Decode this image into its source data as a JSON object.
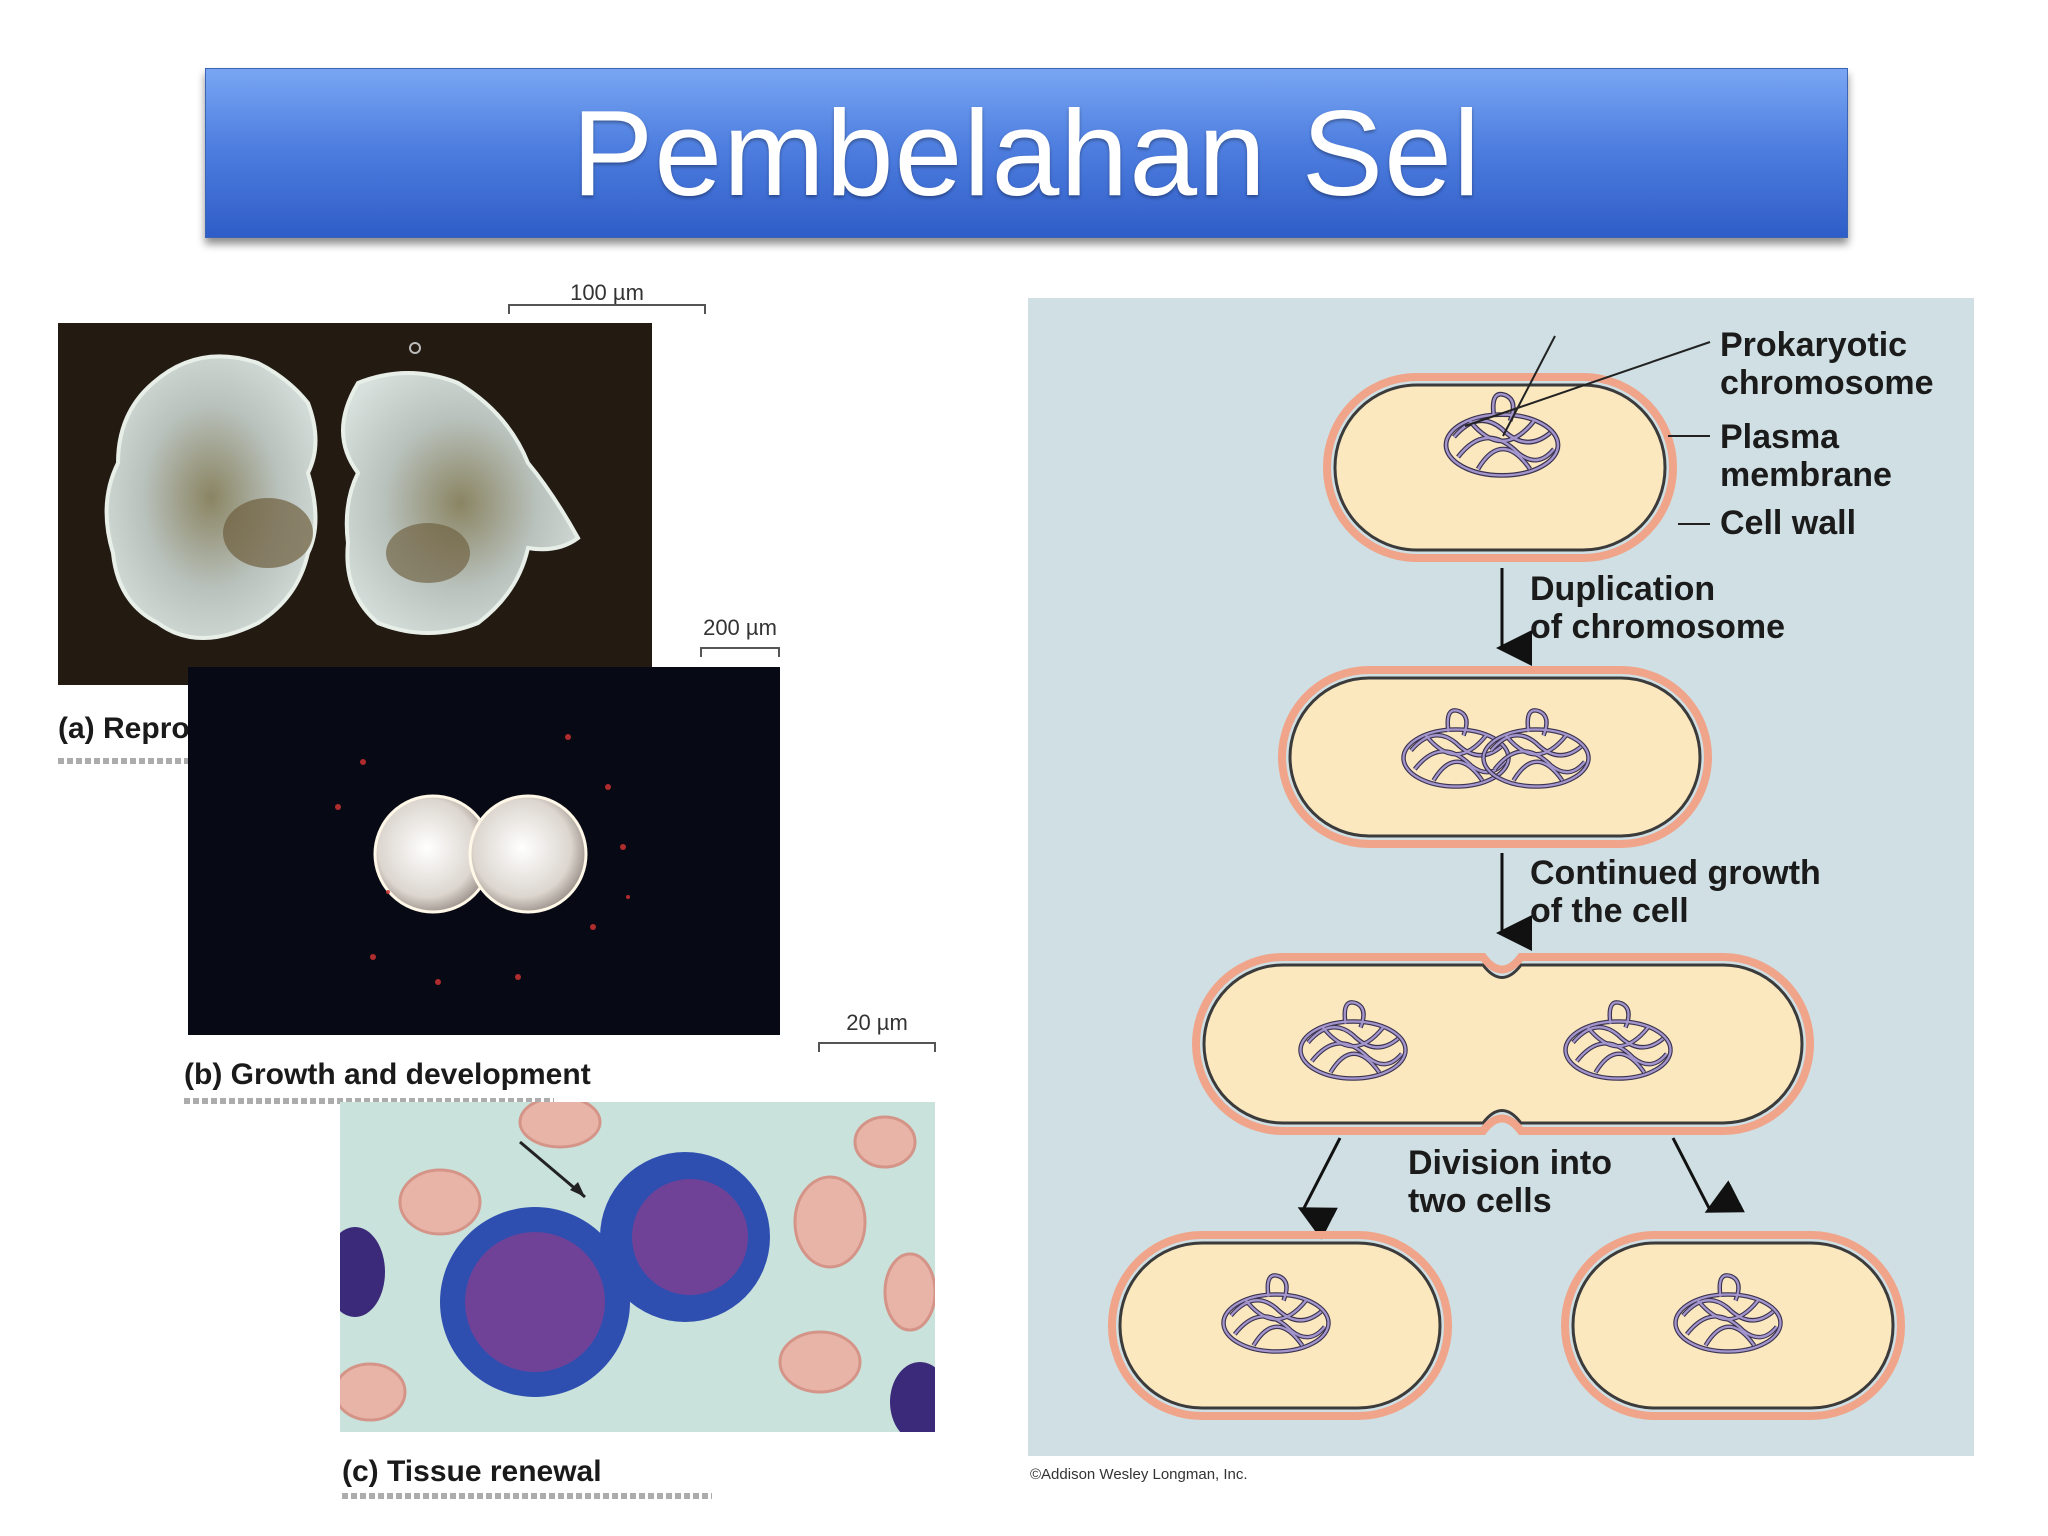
{
  "title": "Pembelahan Sel",
  "photos": [
    {
      "id": "a",
      "letter": "(a)",
      "caption": "Reproduction",
      "scale": "100 µm"
    },
    {
      "id": "b",
      "letter": "(b)",
      "caption": "Growth and development",
      "scale": "200 µm"
    },
    {
      "id": "c",
      "letter": "(c)",
      "caption": "Tissue renewal",
      "scale": "20 µm"
    }
  ],
  "diagram": {
    "labels": {
      "chromosome": "Prokaryotic\nchromosome",
      "membrane": "Plasma\nmembrane",
      "wall": "Cell wall",
      "step1": "Duplication\nof chromosome",
      "step2": "Continued growth\nof the cell",
      "step3": "Division into\ntwo cells"
    },
    "credit": "©Addison Wesley Longman, Inc."
  },
  "colors": {
    "title_bar": "#4f7fe0",
    "cell_fill": "#fbe8bf",
    "cell_wall": "#f0a48a",
    "chromosome": "#8a7fb0",
    "diagram_bg": "#cfdfe3"
  }
}
